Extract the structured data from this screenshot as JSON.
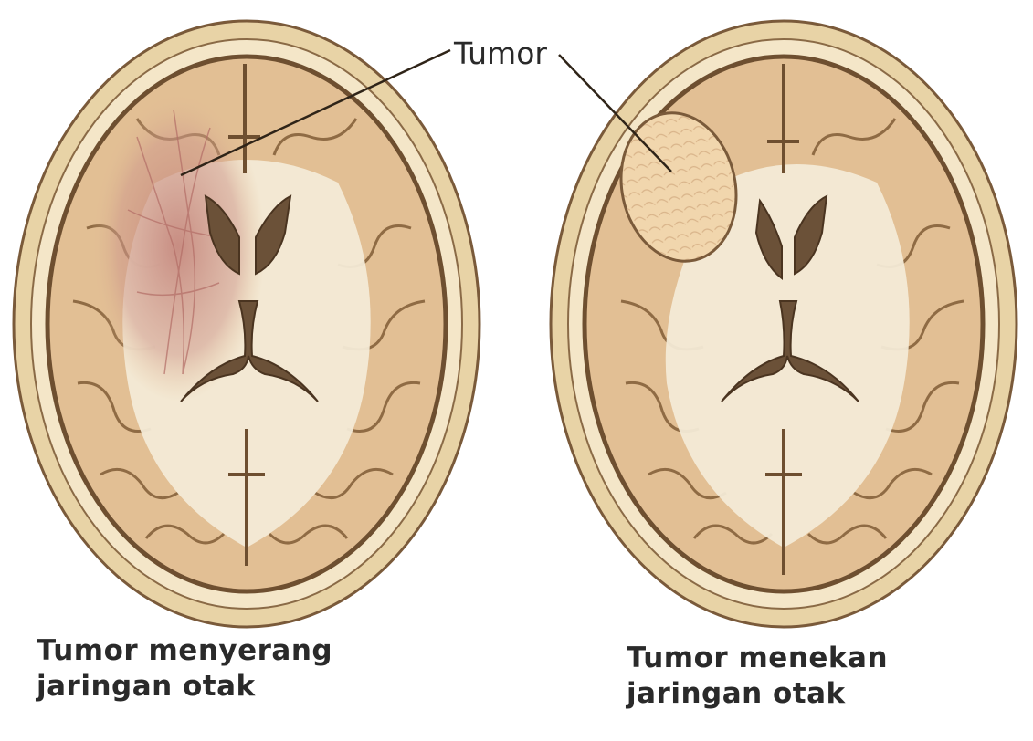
{
  "callout": {
    "label": "Tumor"
  },
  "panels": [
    {
      "caption_line1": "Tumor menyerang",
      "caption_line2": "jaringan otak"
    },
    {
      "caption_line1": "Tumor menekan",
      "caption_line2": "jaringan otak"
    }
  ],
  "colors": {
    "skull_outer": "#e8d3a6",
    "skull_ring": "#f4e6c8",
    "outline": "#7a5a3a",
    "cortex": "#e2bf94",
    "white_matter": "#f3ead6",
    "ventricle": "#6b5138",
    "tumor_infiltrating": "#c98f84",
    "tumor_mass": "#f0d2a8"
  }
}
